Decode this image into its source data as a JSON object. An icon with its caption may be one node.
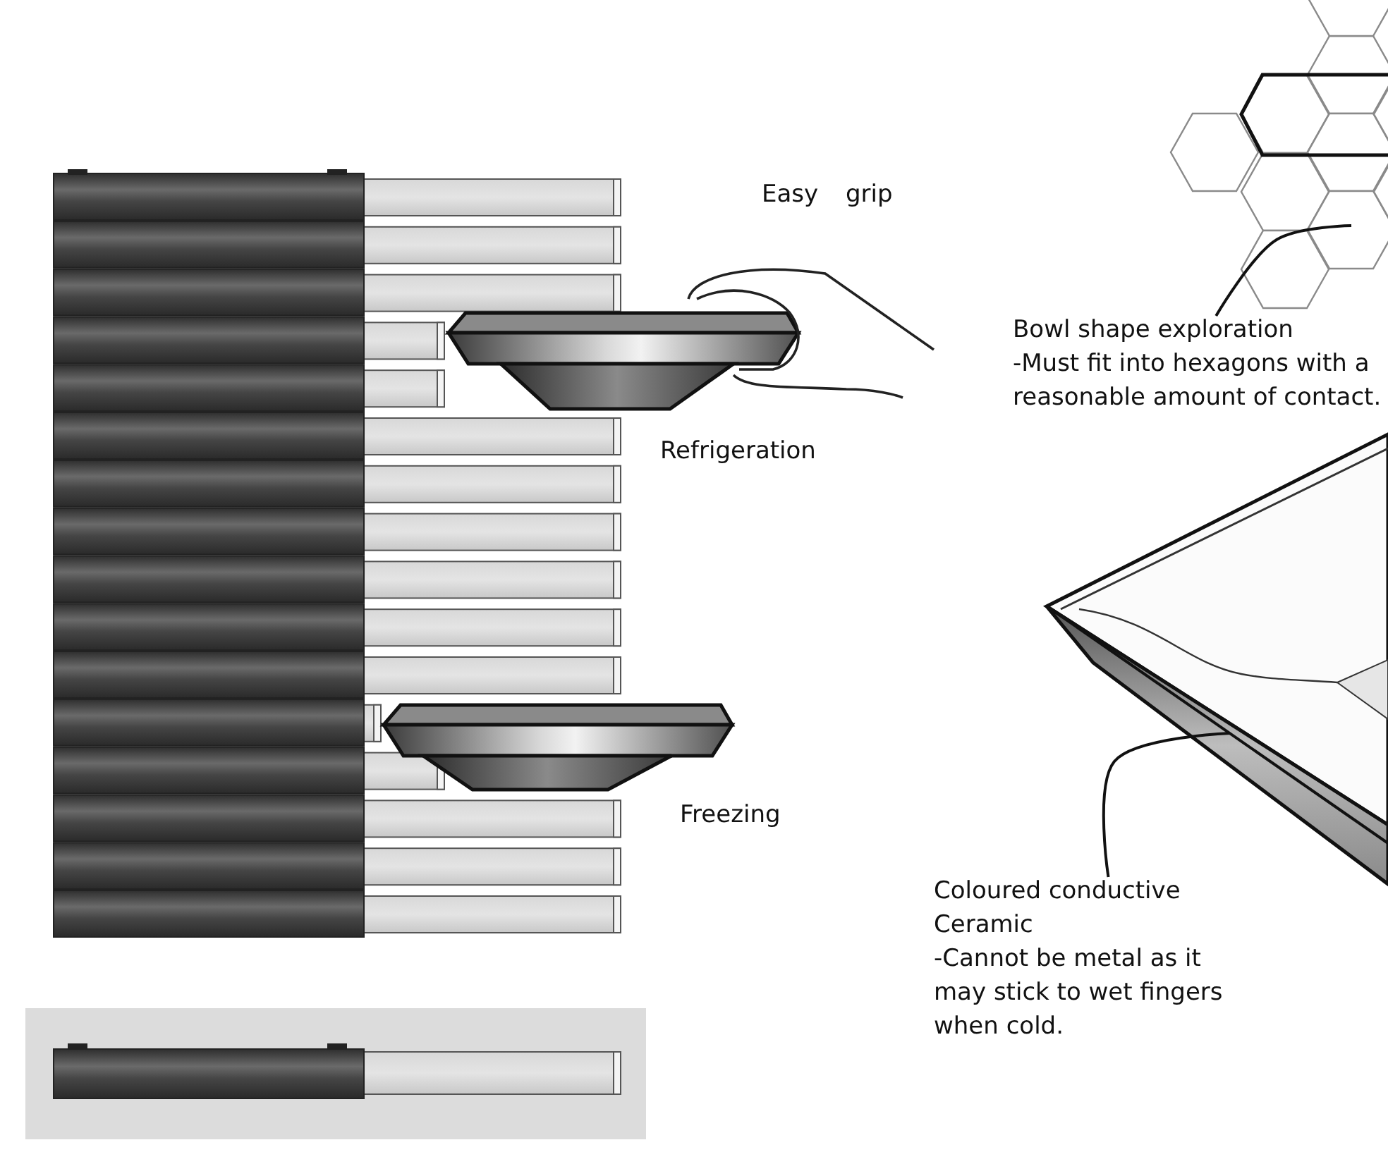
{
  "diagram": {
    "nodes": [
      {
        "text": [],
        "shape": "picture"
      },
      {
        "text": [
          "Bowl shape exploration",
          "-Must fit into hexagons with a reasonable amount of contact."
        ]
      },
      {
        "text": [],
        "shape": "picture"
      },
      {
        "text": [
          "Coloured conductive Ceramic",
          "-Cannot be metal as it may stick to wet fingers when cold."
        ]
      }
    ],
    "edges": [
      {
        "from": 1,
        "to": 0,
        "arrow": "none"
      },
      {
        "from": 3,
        "to": 2,
        "arrow": "none"
      }
    ],
    "labels": [
      "Easy grip",
      "Refrigeration",
      "Freezing"
    ]
  }
}
